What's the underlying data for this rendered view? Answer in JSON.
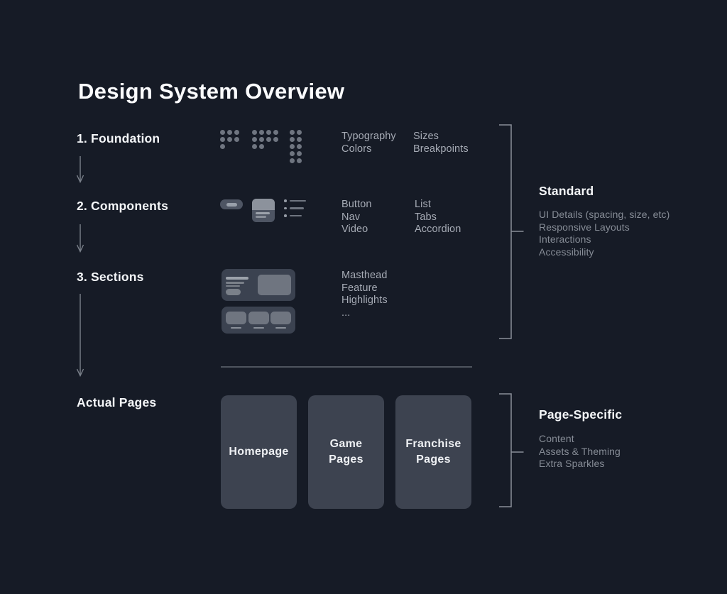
{
  "title": "Design System Overview",
  "steps": {
    "foundation": {
      "label": "1. Foundation",
      "icons": [
        "dot-grid-3x3-partial",
        "dot-grid-4x3-partial",
        "dot-grid-2x5"
      ],
      "col1": [
        "Typography",
        "Colors"
      ],
      "col2": [
        "Sizes",
        "Breakpoints"
      ]
    },
    "components": {
      "label": "2. Components",
      "icons": [
        "button-pill",
        "media-card",
        "bulleted-list"
      ],
      "col1": [
        "Button",
        "Nav",
        "Video"
      ],
      "col2": [
        "List",
        "Tabs",
        "Accordion"
      ]
    },
    "sections": {
      "label": "3. Sections",
      "icons": [
        "masthead-wireframe",
        "card-row-wireframe"
      ],
      "col1": [
        "Masthead",
        "Feature",
        "Highlights",
        "..."
      ]
    },
    "actual_pages": {
      "label": "Actual Pages",
      "cards": [
        "Homepage",
        "Game Pages",
        "Franchise Pages"
      ]
    }
  },
  "annotations": {
    "standard": {
      "title": "Standard",
      "items": [
        "UI Details (spacing, size, etc)",
        "Responsive Layouts",
        "Interactions",
        "Accessibility"
      ]
    },
    "page_specific": {
      "title": "Page-Specific",
      "items": [
        "Content",
        "Assets & Theming",
        "Extra Sparkles"
      ]
    }
  },
  "colors": {
    "background": "#161B26",
    "text_primary": "#F4F6F8",
    "text_muted": "#A6ABB5",
    "text_dim": "#868C96",
    "bracket_line": "#8A9099",
    "arrow_line": "#7A808A",
    "divider": "#4E545E",
    "page_card": "#3D4350",
    "icon_dark": "#4E5563",
    "icon_mid": "#6F7580",
    "icon_light": "#99A0AA"
  }
}
